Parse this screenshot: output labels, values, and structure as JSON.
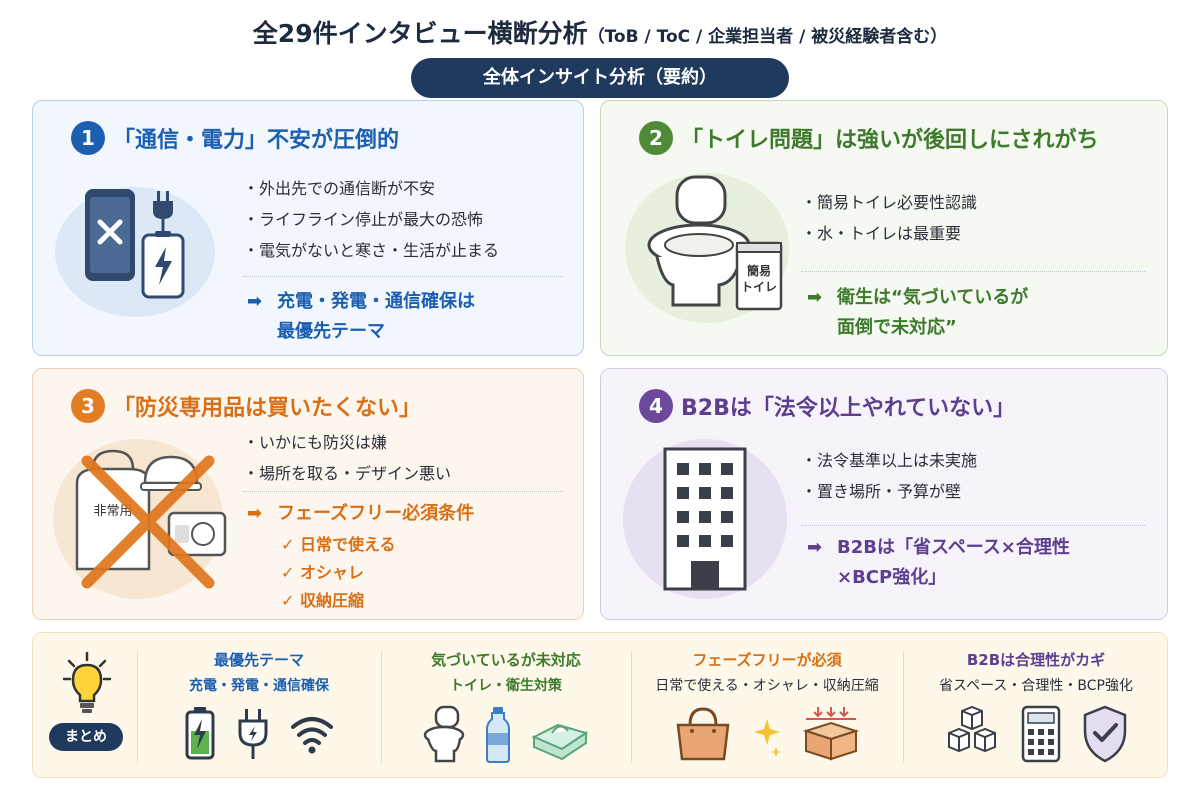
{
  "title": {
    "main": "全29件インタビュー横断分析",
    "sub": "（ToB / ToC / 企業担当者 / 被災経験者含む）"
  },
  "pill": "全体インサイト分析（要約）",
  "colors": {
    "blue": "#1c5fb0",
    "green": "#3e7a2c",
    "orange": "#d96f15",
    "purple": "#5c3f8f",
    "navy": "#203a5e"
  },
  "cards": [
    {
      "num": "1",
      "heading": "「通信・電力」不安が圧倒的",
      "bullets": [
        "・外出先での通信断が不安",
        "・ライフライン停止が最大の恐怖",
        "・電気がないと寒さ・生活が止まる"
      ],
      "arrow": "➡",
      "conclusion": [
        "充電・発電・通信確保は",
        "最優先テーマ"
      ],
      "icons": [
        "phone-crossed-icon",
        "plug-icon",
        "battery-charging-icon"
      ]
    },
    {
      "num": "2",
      "heading": "「トイレ問題」は強いが後回しにされがち",
      "bullets": [
        "・簡易トイレ必要性認識",
        "・水・トイレは最重要"
      ],
      "arrow": "➡",
      "conclusion": [
        "衛生は“気づいているが",
        "面倒で未対応”"
      ],
      "toilet_pack_label": [
        "簡易",
        "トイレ"
      ],
      "icons": [
        "toilet-icon",
        "toilet-pack-icon"
      ]
    },
    {
      "num": "3",
      "heading": "「防災専用品は買いたくない」",
      "bullets": [
        "・いかにも防災は嫌",
        "・場所を取る・デザイン悪い"
      ],
      "arrow": "➡",
      "conclusion": [
        "フェーズフリー必須条件"
      ],
      "checks": [
        "✓ 日常で使える",
        "✓ オシャレ",
        "✓ 収納圧縮"
      ],
      "bag_label": "非常用",
      "icons": [
        "emergency-bag-icon",
        "helmet-icon",
        "radio-icon",
        "cross-mark-icon"
      ]
    },
    {
      "num": "4",
      "heading": "B2Bは「法令以上やれていない」",
      "bullets": [
        "・法令基準以上は未実施",
        "・置き場所・予算が壁"
      ],
      "arrow": "➡",
      "conclusion": [
        "B2Bは「省スペース×合理性",
        "×BCP強化」"
      ],
      "icons": [
        "office-building-icon"
      ]
    }
  ],
  "summary": {
    "badge": "まとめ",
    "columns": [
      {
        "title": "最優先テーマ",
        "sub": "充電・発電・通信確保",
        "icons": [
          "battery-icon",
          "plug-icon",
          "wifi-icon"
        ]
      },
      {
        "title": "気づいているが未対応",
        "sub": "トイレ・衛生対策",
        "icons": [
          "toilet-icon",
          "water-bottle-icon",
          "wet-wipes-icon"
        ]
      },
      {
        "title": "フェーズフリーが必須",
        "sub": "日常で使える・オシャレ・収納圧縮",
        "icons": [
          "handbag-icon",
          "sparkle-icon",
          "compressed-box-icon"
        ]
      },
      {
        "title": "B2Bは合理性がカギ",
        "sub": "省スペース・合理性・BCP強化",
        "icons": [
          "stacked-boxes-icon",
          "calculator-icon",
          "shield-check-icon"
        ]
      }
    ]
  }
}
